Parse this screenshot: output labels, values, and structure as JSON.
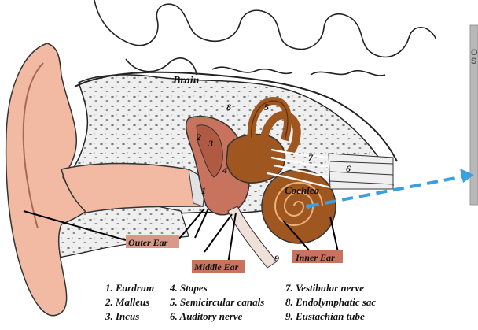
{
  "labels": {
    "brain": "Brain",
    "cochlea": "Cochlea",
    "outer_ear": "Outer Ear",
    "middle_ear": "Middle Ear",
    "inner_ear": "Inner Ear",
    "numbers": [
      "1",
      "2",
      "3",
      "4",
      "5",
      "6",
      "7",
      "8",
      "9"
    ]
  },
  "legend": {
    "col1": [
      "1. Eardrum",
      "2. Malleus",
      "3. Incus"
    ],
    "col2": [
      "4. Stapes",
      "5. Semicircular canals",
      "6. Auditory nerve"
    ],
    "col3": [
      "7. Vestibular nerve",
      "8. Endolymphatic sac",
      "9. Eustachian tube"
    ]
  },
  "side_panel": {
    "line1": "O",
    "line2": "S"
  },
  "colors": {
    "skin": "#f2b9a3",
    "ossicles": "#c8735e",
    "inner_ear": "#a0561f",
    "bone": "#ececec",
    "arrow": "#3aa0e0",
    "label_box": "#d89a86"
  }
}
